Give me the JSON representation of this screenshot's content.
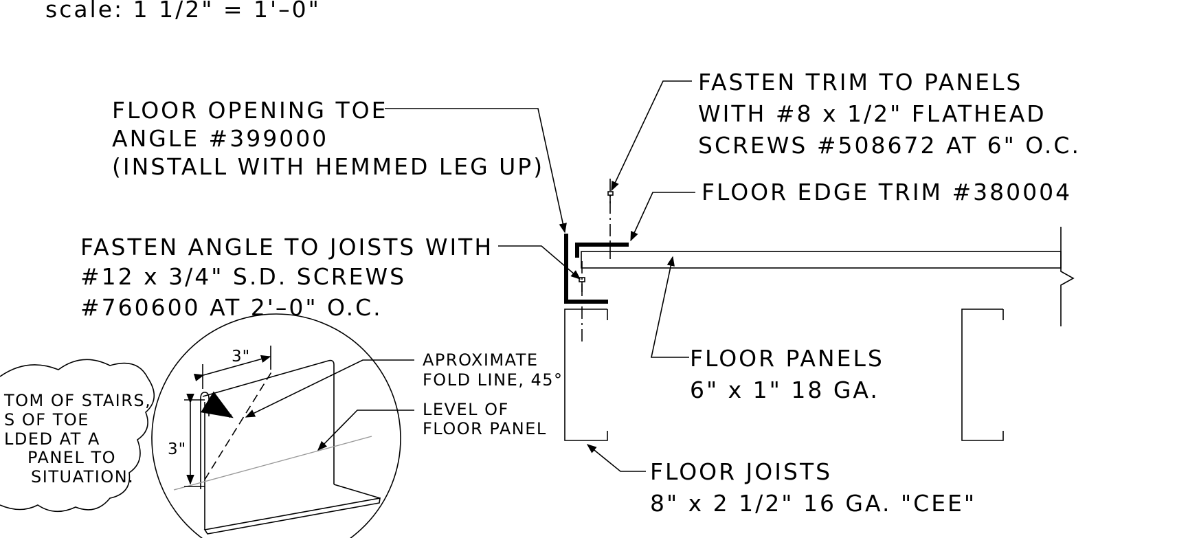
{
  "scale": "scale:   1 1/2\" = 1'–0\"",
  "callouts": {
    "toe_angle": [
      "FLOOR OPENING TOE",
      "ANGLE #399000",
      "(INSTALL WITH HEMMED LEG UP)"
    ],
    "fasten_trim": [
      "FASTEN TRIM TO PANELS",
      "WITH #8 x 1/2\" FLATHEAD",
      "SCREWS #508672 AT 6\" O.C."
    ],
    "edge_trim": "FLOOR EDGE TRIM #380004",
    "fasten_angle": [
      "FASTEN ANGLE TO JOISTS WITH",
      "#12 x 3/4\" S.D. SCREWS",
      "#760600 AT 2'–0\" O.C."
    ],
    "floor_panels": [
      "FLOOR PANELS",
      "6\" x 1\" 18 GA."
    ],
    "floor_joists": [
      "FLOOR JOISTS",
      "8\" x 2 1/2\" 16 GA. \"CEE\""
    ]
  },
  "detail": {
    "fold_line": [
      "APROXIMATE",
      "FOLD LINE, 45°"
    ],
    "level": [
      "LEVEL OF",
      "FLOOR PANEL"
    ],
    "dim_top": "3\"",
    "dim_side": "3\""
  },
  "cloud_note": [
    "TOM OF STAIRS,",
    "S OF TOE",
    "LDED AT A",
    "PANEL TO",
    "SITUATION."
  ]
}
